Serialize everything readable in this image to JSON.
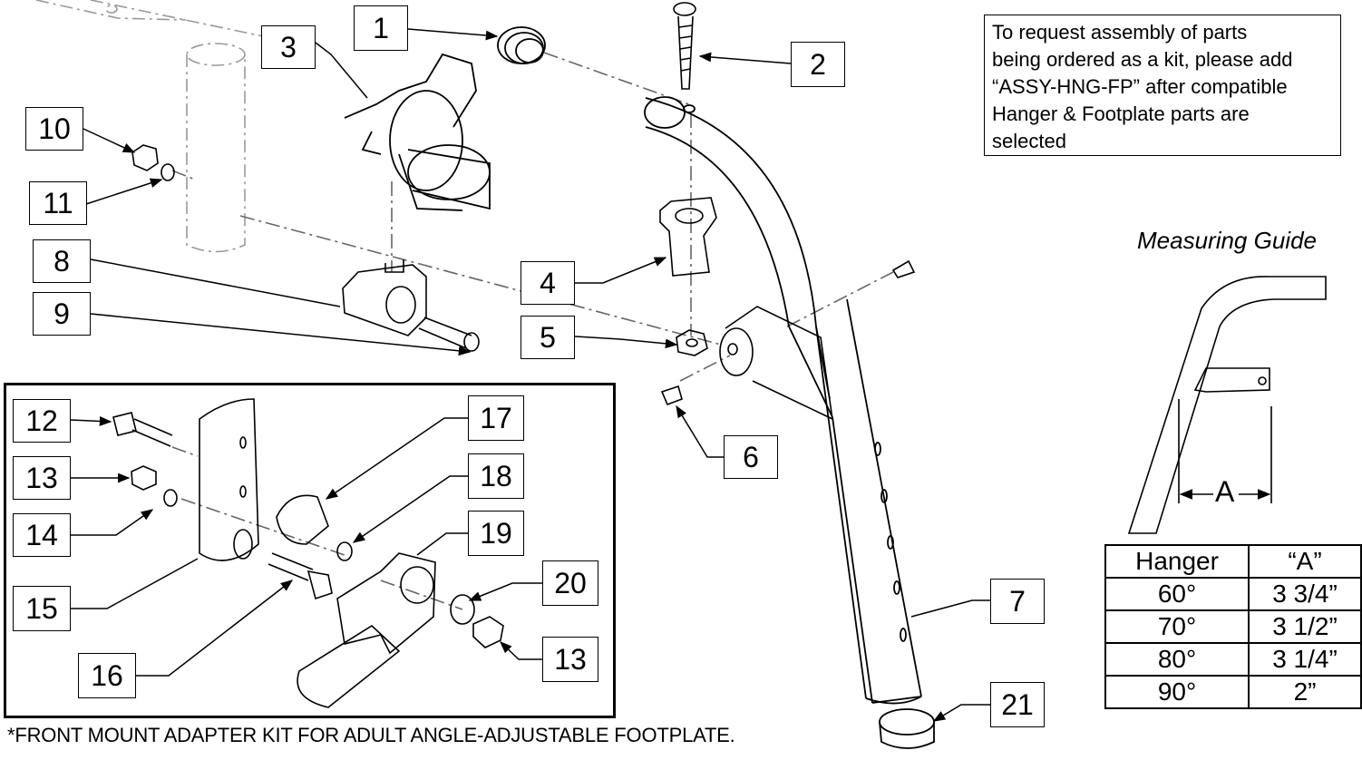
{
  "callouts": [
    {
      "id": "1",
      "label": "1"
    },
    {
      "id": "2",
      "label": "2"
    },
    {
      "id": "3",
      "label": "3"
    },
    {
      "id": "4",
      "label": "4"
    },
    {
      "id": "5",
      "label": "5"
    },
    {
      "id": "6",
      "label": "6"
    },
    {
      "id": "7",
      "label": "7"
    },
    {
      "id": "8",
      "label": "8"
    },
    {
      "id": "9",
      "label": "9"
    },
    {
      "id": "10",
      "label": "10"
    },
    {
      "id": "11",
      "label": "11"
    },
    {
      "id": "12",
      "label": "12"
    },
    {
      "id": "13a",
      "label": "13"
    },
    {
      "id": "14",
      "label": "14"
    },
    {
      "id": "15",
      "label": "15"
    },
    {
      "id": "16",
      "label": "16"
    },
    {
      "id": "17",
      "label": "17"
    },
    {
      "id": "18",
      "label": "18"
    },
    {
      "id": "19",
      "label": "19"
    },
    {
      "id": "20",
      "label": "20"
    },
    {
      "id": "13b",
      "label": "13"
    },
    {
      "id": "21",
      "label": "21"
    }
  ],
  "note": {
    "lines": [
      "To request assembly of parts",
      "being ordered as a kit, please add",
      "“ASSY-HNG-FP” after compatible",
      "Hanger & Footplate parts are",
      "selected"
    ]
  },
  "measuring_guide": {
    "title": "Measuring Guide",
    "dimension_label": "A"
  },
  "hanger_table": {
    "headers": [
      "Hanger",
      "“A”"
    ],
    "rows": [
      [
        "60°",
        "3 3/4”"
      ],
      [
        "70°",
        "3 1/2”"
      ],
      [
        "80°",
        "3 1/4”"
      ],
      [
        "90°",
        "2”"
      ]
    ]
  },
  "footnote": "*FRONT MOUNT ADAPTER KIT FOR ADULT ANGLE-ADJUSTABLE  FOOTPLATE."
}
